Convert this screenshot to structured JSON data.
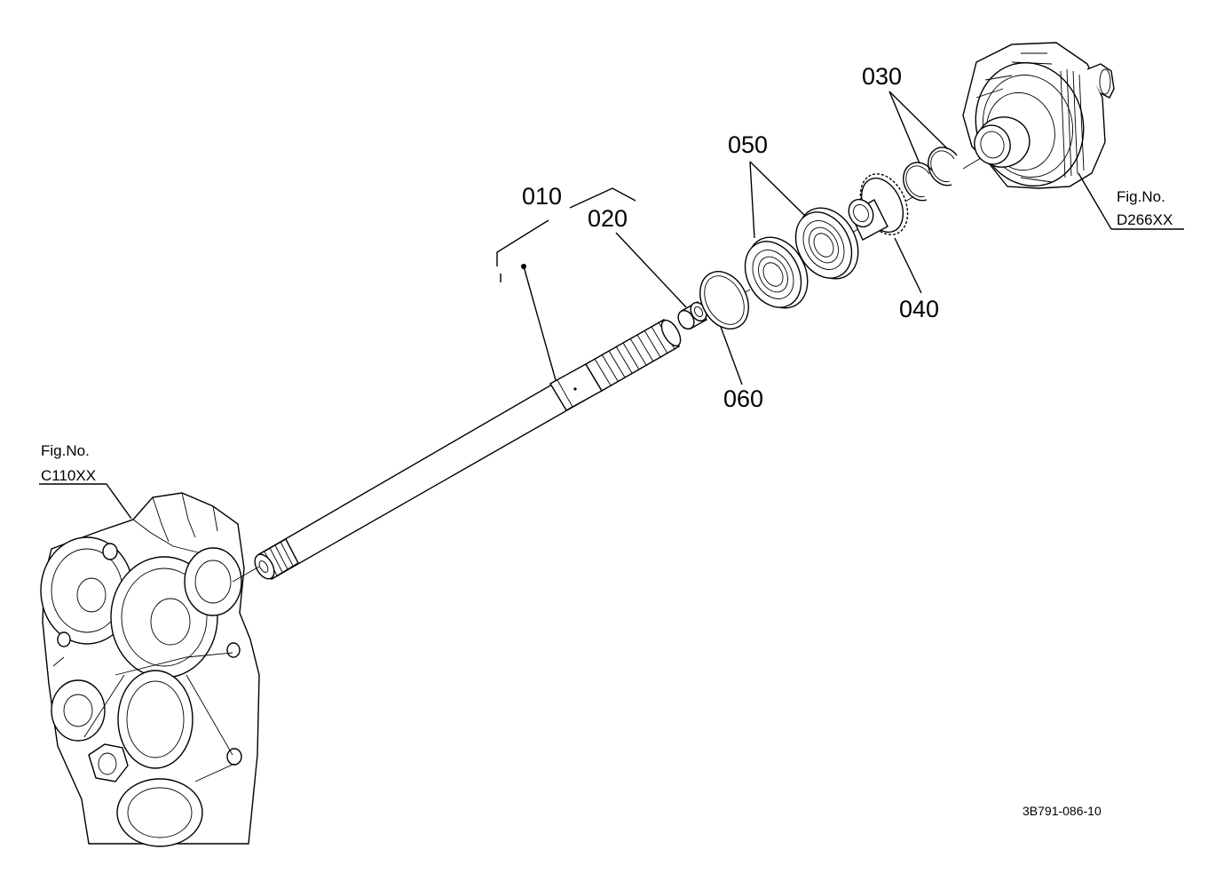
{
  "callouts": {
    "p010": "010",
    "p020": "020",
    "p030": "030",
    "p040": "040",
    "p050": "050",
    "p060": "060"
  },
  "references": {
    "left": {
      "line1": "Fig.No.",
      "line2": "C110XX"
    },
    "right": {
      "line1": "Fig.No.",
      "line2": "D266XX"
    }
  },
  "drawing_code": "3B791-086-10"
}
